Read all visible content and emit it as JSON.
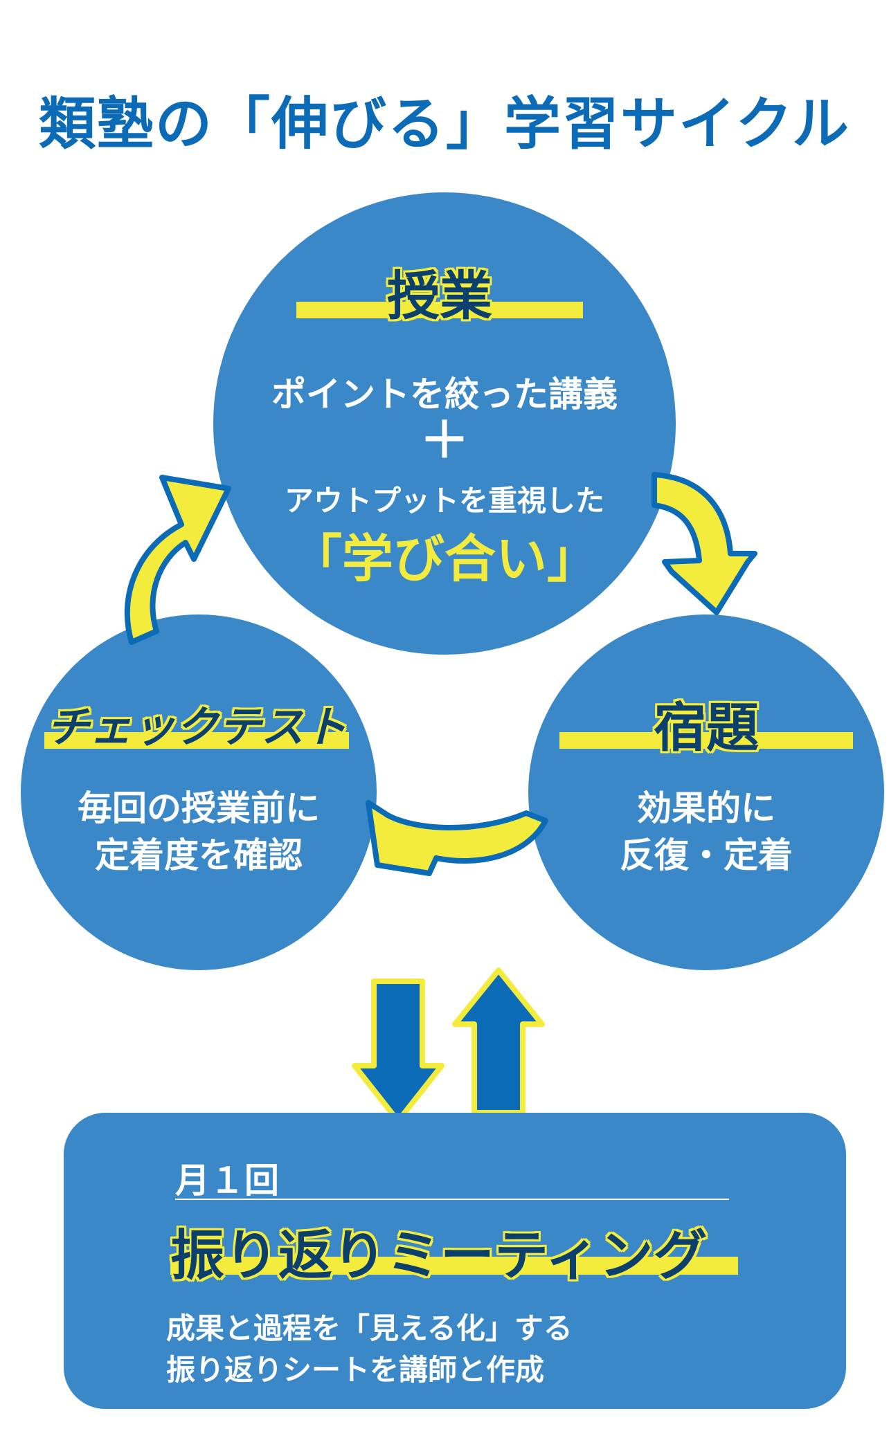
{
  "title": "類塾の「伸びる」学習サイクル",
  "top_node": {
    "heading": "授業",
    "line1": "ポイントを絞った講義",
    "plus": "＋",
    "line2": "アウトプットを重視した",
    "highlight": "「学び合い」"
  },
  "right_node": {
    "heading": "宿題",
    "line1": "効果的に",
    "line2": "反復・定着"
  },
  "left_node": {
    "heading": "チェックテスト",
    "line1": "毎回の授業前に",
    "line2": "定着度を確認"
  },
  "meeting": {
    "frequency": "月１回",
    "heading": "振り返りミーティング",
    "line1": "成果と過程を「見える化」する",
    "line2": "振り返りシートを講師と作成"
  },
  "colors": {
    "circle": "#3a88c8",
    "title": "#0c6bb6",
    "accent_yellow": "#f4ec3c",
    "dark_blue": "#0a3f6e",
    "arrow_blue": "#0c6bb6"
  }
}
